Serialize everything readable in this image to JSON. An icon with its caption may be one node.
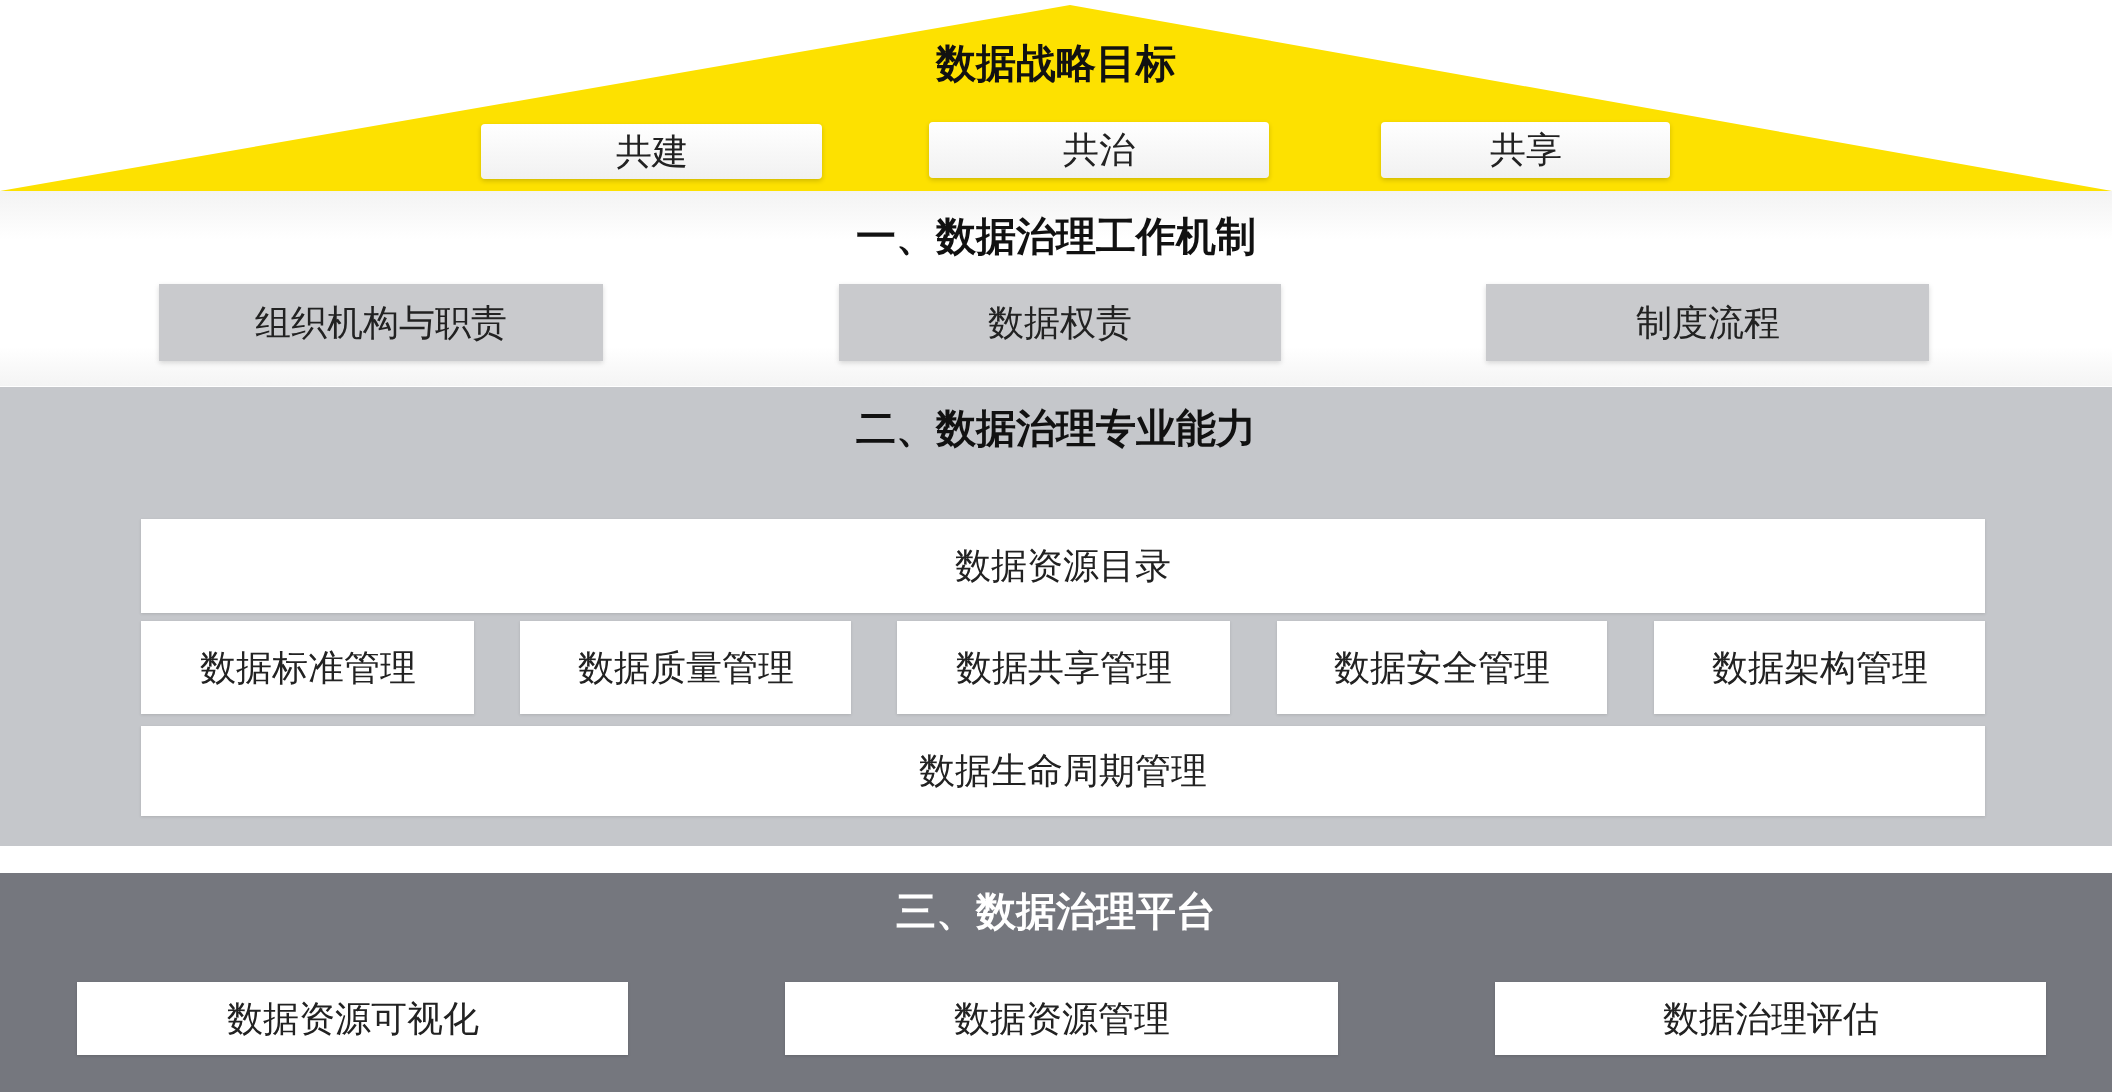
{
  "diagram": {
    "nodes": [
      {
        "text": [
          "数据战略目标"
        ]
      },
      {
        "text": [
          "共建"
        ],
        "in": 0
      },
      {
        "text": [
          "共治"
        ],
        "in": 0
      },
      {
        "text": [
          "共享"
        ],
        "in": 0
      },
      {
        "text": [
          "一、数据治理工作机制"
        ]
      },
      {
        "text": [
          "组织机构与职责"
        ],
        "in": 4
      },
      {
        "text": [
          "数据权责"
        ],
        "in": 4
      },
      {
        "text": [
          "制度流程"
        ],
        "in": 4
      },
      {
        "text": [
          "二、数据治理专业能力"
        ]
      },
      {
        "text": [
          "数据资源目录"
        ],
        "in": 8
      },
      {
        "text": [
          "数据标准管理"
        ],
        "in": 8
      },
      {
        "text": [
          "数据质量管理"
        ],
        "in": 8
      },
      {
        "text": [
          "数据共享管理"
        ],
        "in": 8
      },
      {
        "text": [
          "数据安全管理"
        ],
        "in": 8
      },
      {
        "text": [
          "数据架构管理"
        ],
        "in": 8
      },
      {
        "text": [
          "数据生命周期管理"
        ],
        "in": 8
      },
      {
        "text": [
          "三、数据治理平台"
        ]
      },
      {
        "text": [
          "数据资源可视化"
        ],
        "in": 16
      },
      {
        "text": [
          "数据资源管理"
        ],
        "in": 16
      },
      {
        "text": [
          "数据治理评估"
        ],
        "in": 16
      }
    ]
  }
}
